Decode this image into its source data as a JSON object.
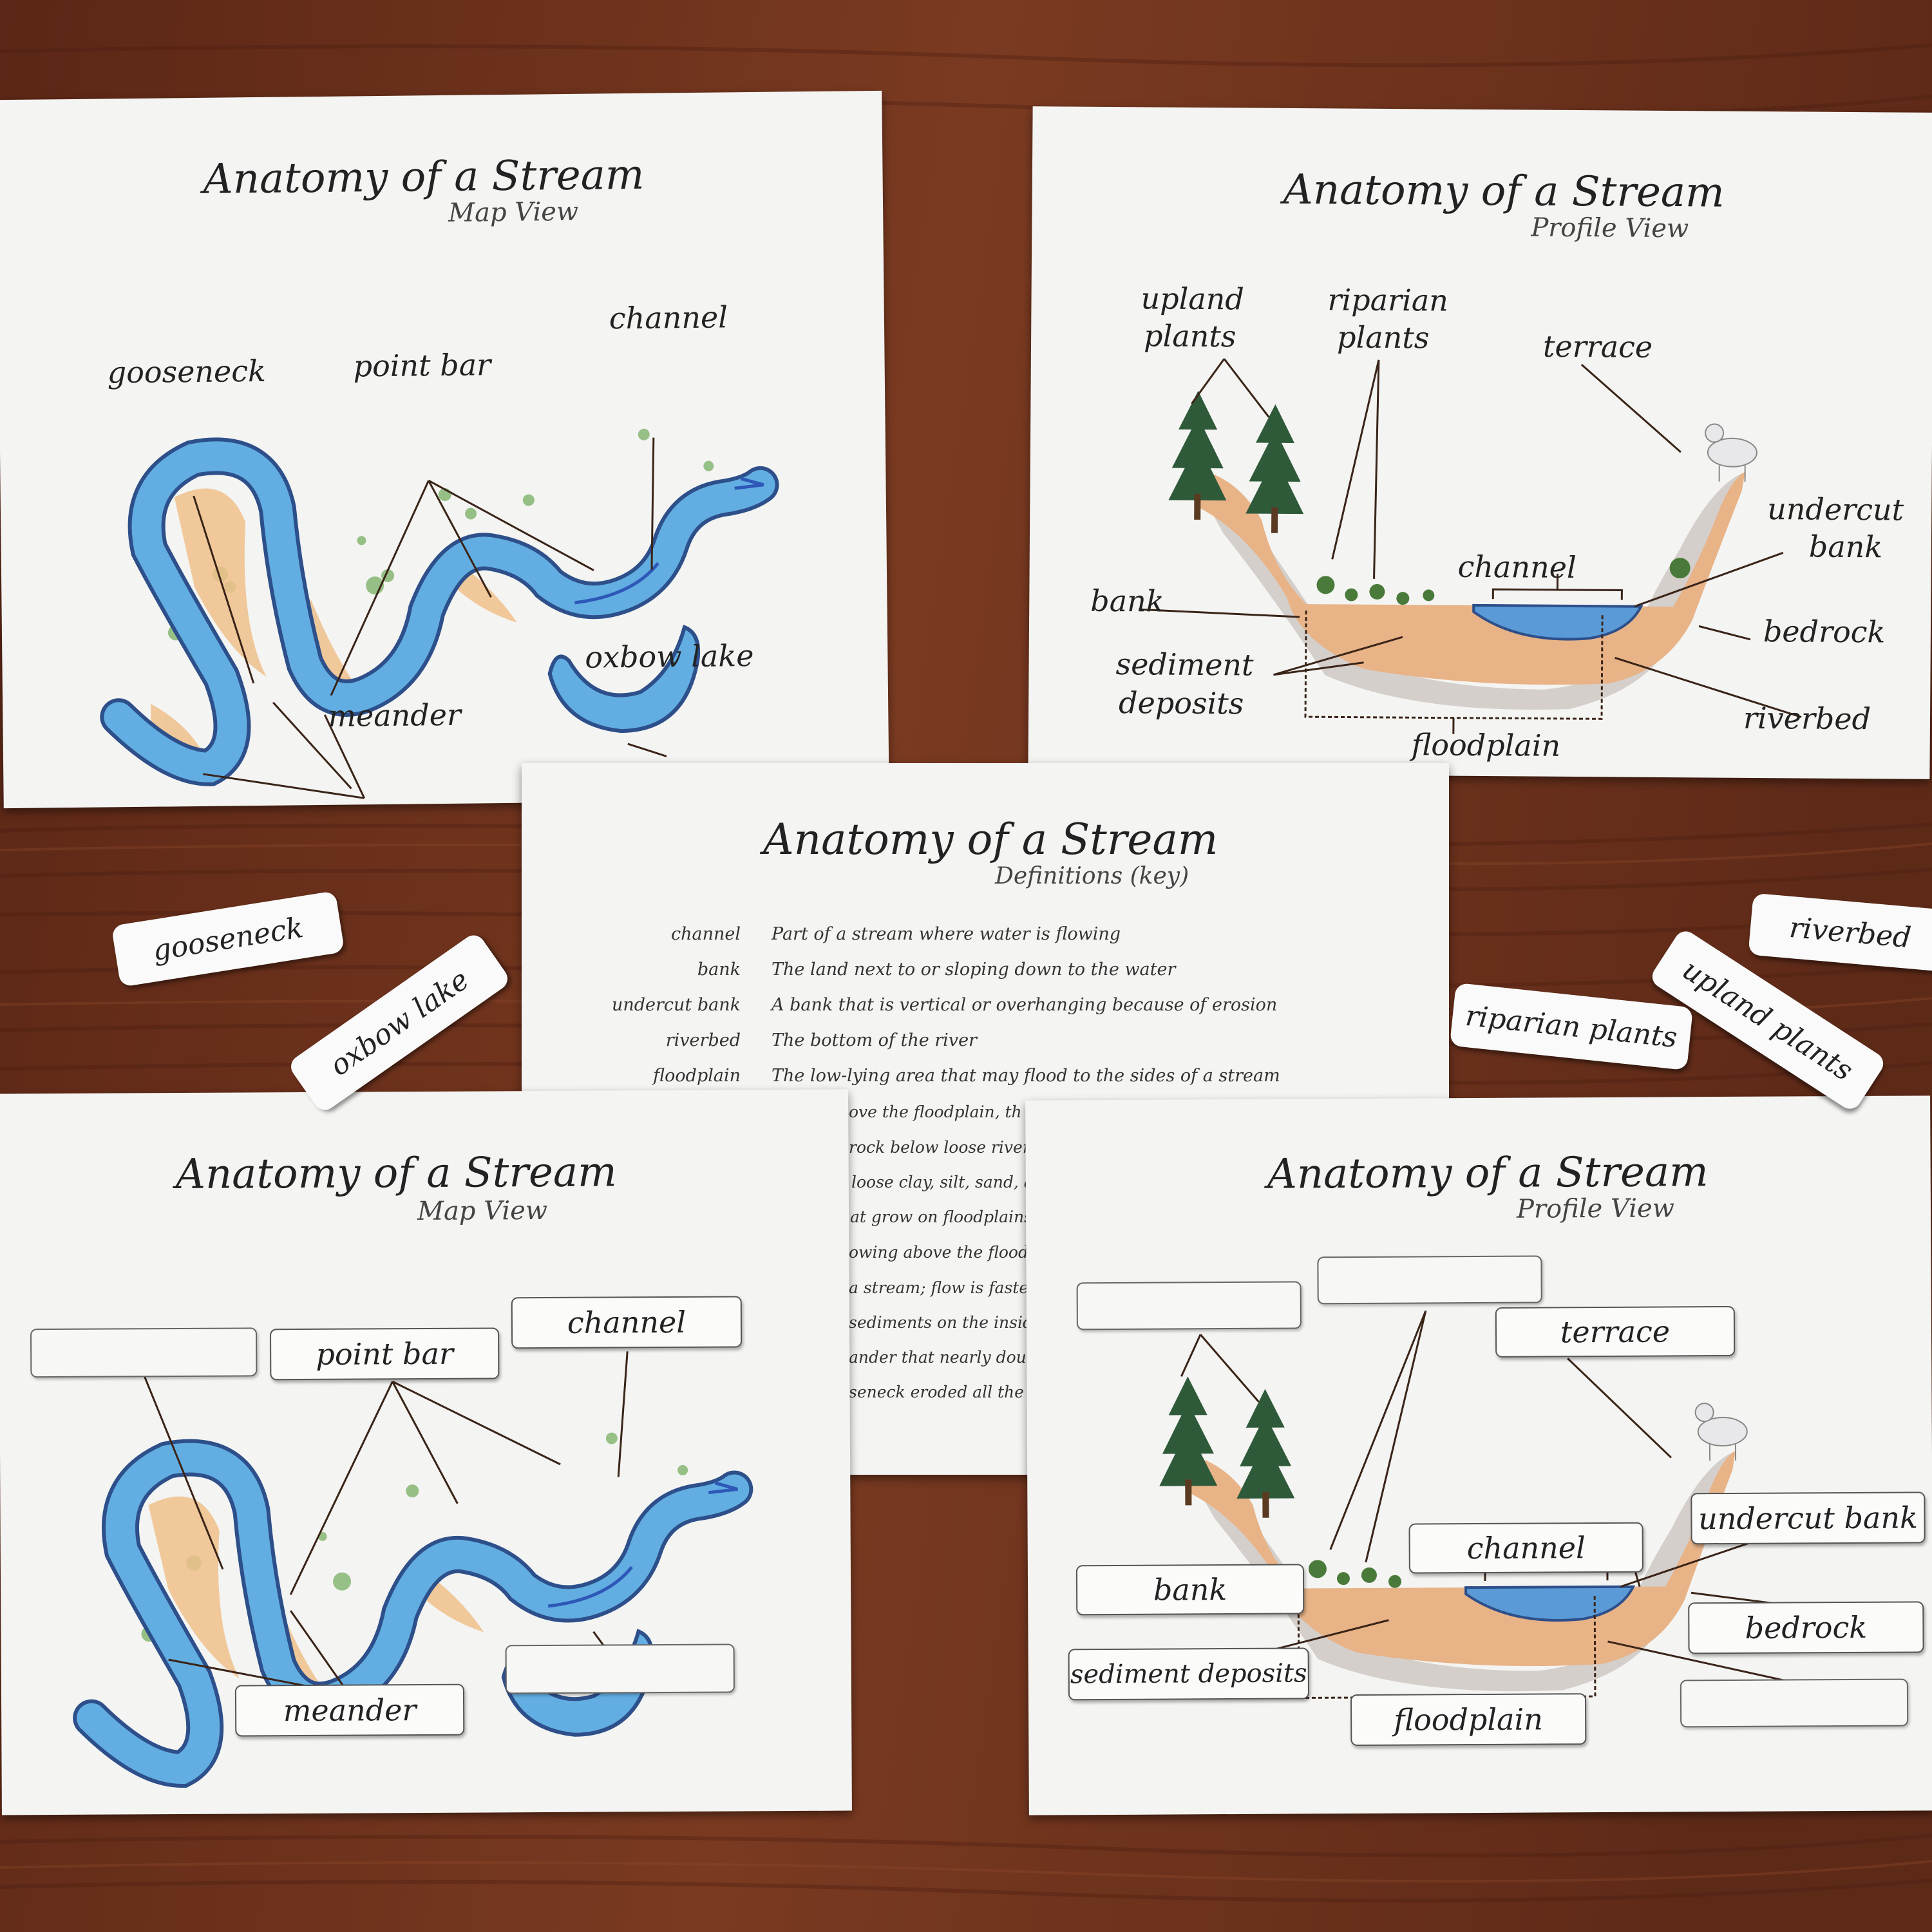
{
  "card_map_labeled": {
    "title": "Anatomy of a Stream",
    "subtitle": "Map View",
    "labels": {
      "gooseneck": "gooseneck",
      "point_bar": "point bar",
      "channel": "channel",
      "oxbow_lake": "oxbow lake",
      "meander": "meander"
    }
  },
  "card_profile_labeled": {
    "title": "Anatomy of a Stream",
    "subtitle": "Profile View",
    "labels": {
      "upland_plants_1": "upland",
      "upland_plants_2": "plants",
      "riparian_plants_1": "riparian",
      "riparian_plants_2": "plants",
      "terrace": "terrace",
      "undercut_bank_1": "undercut",
      "undercut_bank_2": "bank",
      "channel": "channel",
      "bank": "bank",
      "bedrock": "bedrock",
      "sediment_deposits_1": "sediment",
      "sediment_deposits_2": "deposits",
      "riverbed": "riverbed",
      "floodplain": "floodplain"
    }
  },
  "card_definitions": {
    "title": "Anatomy of a Stream",
    "subtitle": "Definitions (key)",
    "rows": [
      {
        "term": "channel",
        "definition": "Part of a stream where water is flowing"
      },
      {
        "term": "bank",
        "definition": "The land next to or sloping down to the water"
      },
      {
        "term": "undercut bank",
        "definition": "A bank that is vertical or overhanging because of erosion"
      },
      {
        "term": "riverbed",
        "definition": "The bottom of the river"
      },
      {
        "term": "floodplain",
        "definition": "The low-lying area that may flood to the sides of a stream"
      }
    ],
    "partial_lines": [
      "ove the floodplain, th",
      "rock below loose river",
      "loose clay, silt, sand, a",
      "at grow on floodplains",
      "owing above the flood",
      "a stream; flow is fastes",
      "sediments on the inside",
      "ander that nearly dou",
      "seneck eroded all the way"
    ]
  },
  "card_map_quiz": {
    "title": "Anatomy of a Stream",
    "subtitle": "Map View",
    "placed": {
      "point_bar": "point bar",
      "channel": "channel",
      "meander": "meander"
    }
  },
  "card_profile_quiz": {
    "title": "Anatomy of a Stream",
    "subtitle": "Profile View",
    "placed": {
      "terrace": "terrace",
      "undercut_bank": "undercut bank",
      "channel": "channel",
      "bank": "bank",
      "bedrock": "bedrock",
      "sediment_deposits": "sediment deposits",
      "floodplain": "floodplain"
    }
  },
  "loose_slips": {
    "gooseneck": "gooseneck",
    "oxbow_lake": "oxbow lake",
    "riverbed": "riverbed",
    "upland_plants": "upland plants",
    "riparian_plants": "riparian plants"
  },
  "colors": {
    "wood_dark": "#5a2a1a",
    "wood_mid": "#7b3b22",
    "water": "#5aa6dc",
    "water_edge": "#2d4f8a",
    "sand": "#e9b47a",
    "paper": "#f4f4f2"
  }
}
